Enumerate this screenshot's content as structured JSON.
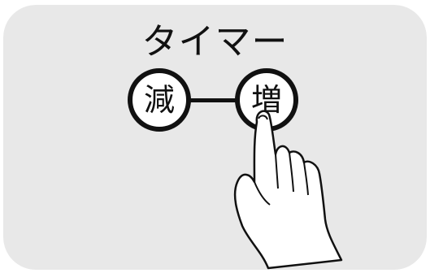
{
  "timer": {
    "title": "タイマー",
    "decrease_label": "減",
    "increase_label": "増"
  },
  "colors": {
    "panel": "#e8e8e8",
    "ink": "#111111",
    "button_fill": "#ffffff"
  },
  "icons": {
    "pointer": "pointing-hand-icon"
  }
}
